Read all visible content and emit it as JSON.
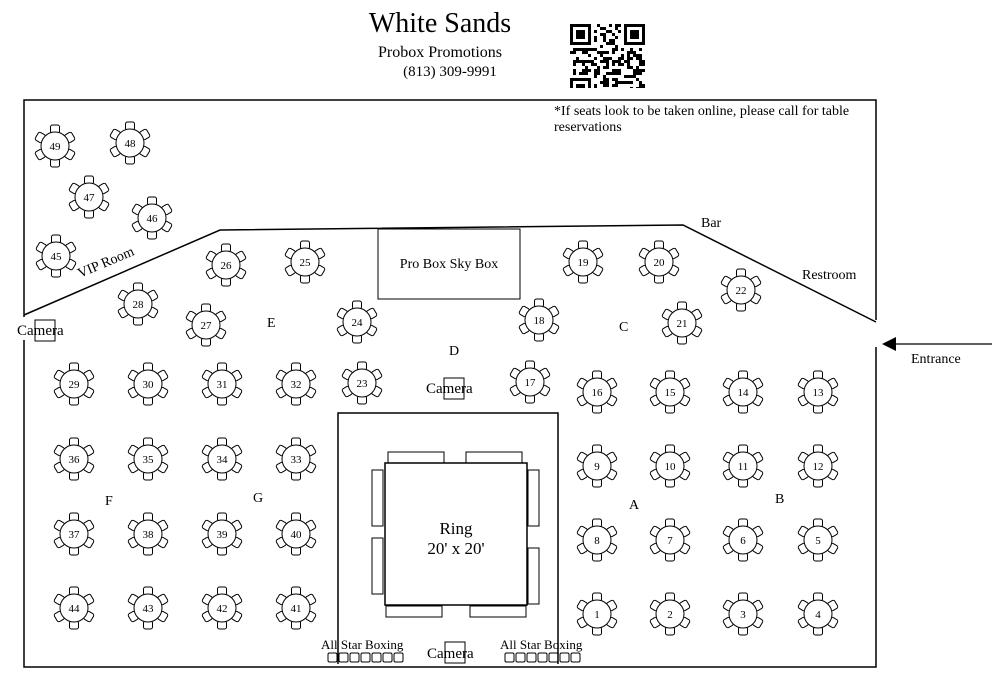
{
  "header": {
    "title": "White Sands",
    "subtitle": "Probox Promotions",
    "phone": "(813) 309-9991"
  },
  "note": "*If seats look to be taken online, please call for table reservations",
  "labels": {
    "vip_room": "VIP Room",
    "bar": "Bar",
    "restroom": "Restroom",
    "entrance": "Entrance",
    "sky_box": "Pro Box Sky Box",
    "ring_line1": "Ring",
    "ring_line2": "20' x 20'",
    "camera": "Camera",
    "all_star_boxing": "All Star Boxing"
  },
  "sections": [
    "A",
    "B",
    "C",
    "D",
    "E",
    "F",
    "G"
  ],
  "tables": [
    "1",
    "2",
    "3",
    "4",
    "5",
    "6",
    "7",
    "8",
    "9",
    "10",
    "11",
    "12",
    "13",
    "14",
    "15",
    "16",
    "17",
    "18",
    "19",
    "20",
    "21",
    "22",
    "23",
    "24",
    "25",
    "26",
    "27",
    "28",
    "29",
    "30",
    "31",
    "32",
    "33",
    "34",
    "35",
    "36",
    "37",
    "38",
    "39",
    "40",
    "41",
    "42",
    "43",
    "44",
    "45",
    "46",
    "47",
    "48",
    "49"
  ]
}
